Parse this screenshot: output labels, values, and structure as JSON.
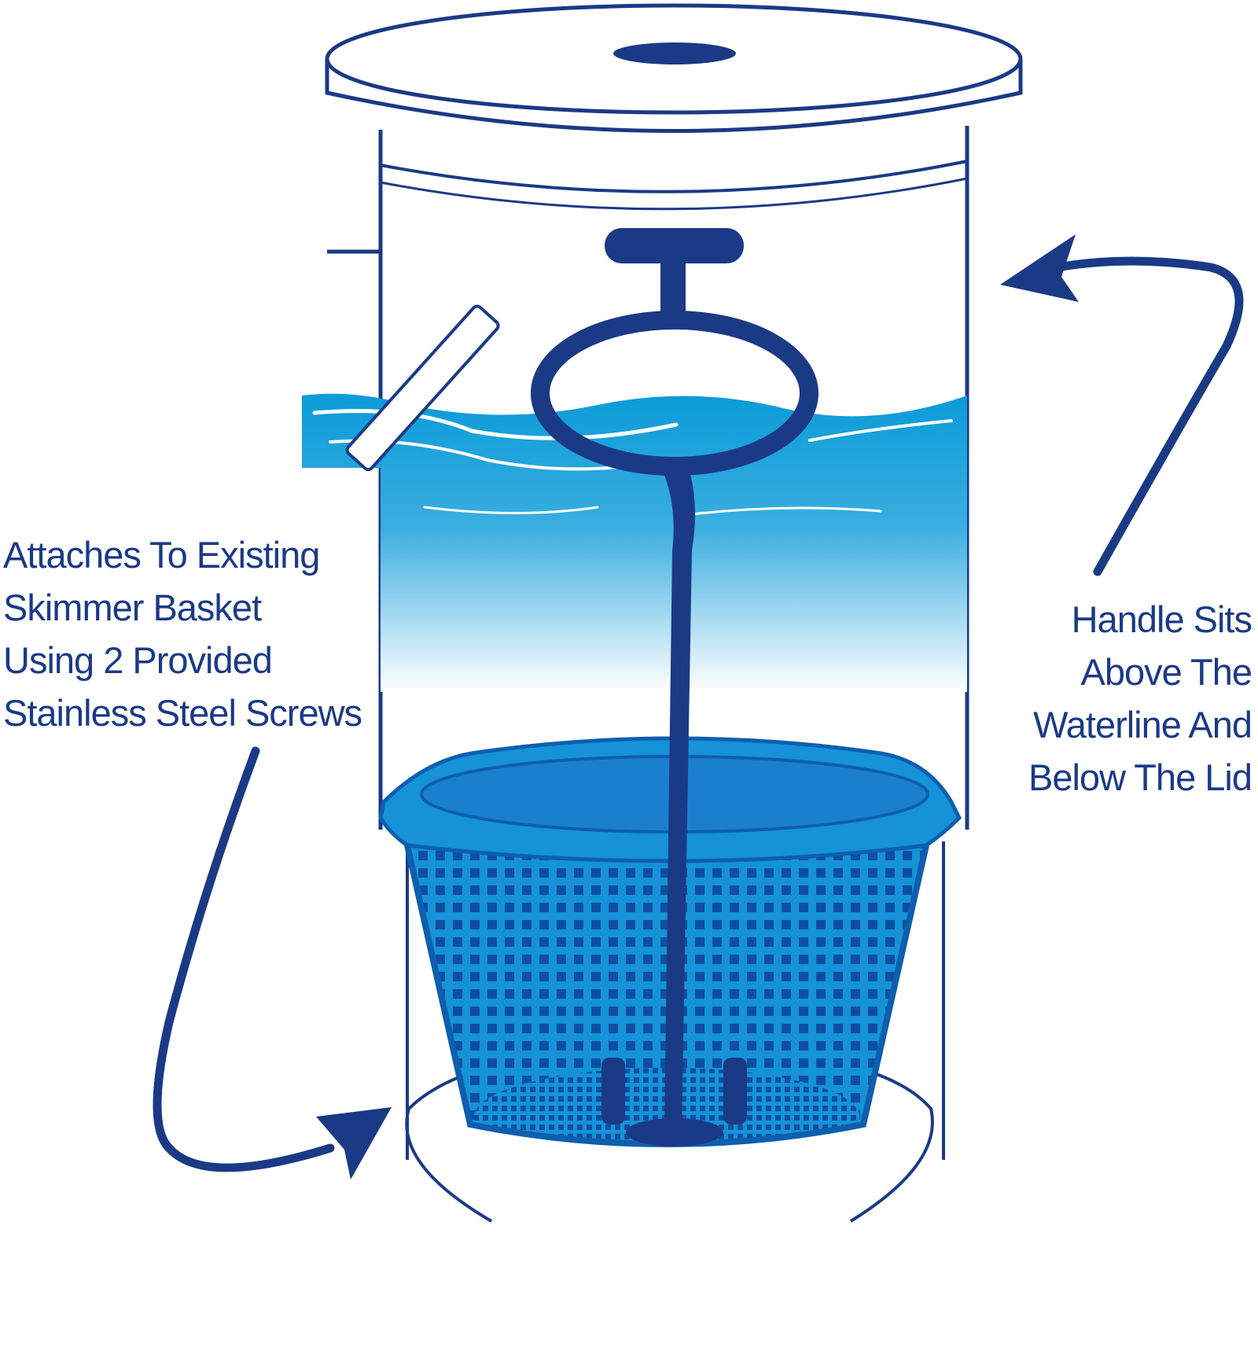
{
  "colors": {
    "outline": "#1b3a86",
    "water": "#0b9bd8",
    "basket": "#1592d8",
    "basket_dark": "#0d5fae",
    "background": "#ffffff"
  },
  "callouts": {
    "left": [
      "Attaches To Existing",
      "Skimmer Basket",
      "Using 2 Provided",
      "Stainless Steel Screws"
    ],
    "right": [
      "Handle Sits",
      "Above The",
      "Waterline And",
      "Below The Lid"
    ]
  },
  "icons": {
    "lid": "skimmer-lid-icon",
    "handle": "t-handle-icon",
    "basket": "skimmer-basket-icon",
    "arrow_left": "curved-arrow-icon",
    "arrow_right": "curved-arrow-icon"
  }
}
